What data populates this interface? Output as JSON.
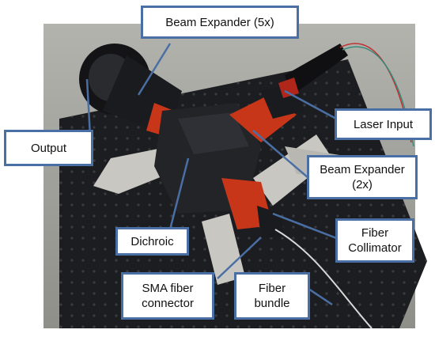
{
  "colors": {
    "callout_border": "#4a6fa5",
    "leader_line": "#4a6fa5",
    "table": "#1c1d20",
    "lens_orange": "#c8361a",
    "background_wall": "#9a9a96"
  },
  "labels": {
    "beam_expander_5x": "Beam Expander  (5x)",
    "output": "Output",
    "laser_input": "Laser Input",
    "beam_expander_2x_line1": "Beam Expander",
    "beam_expander_2x_line2": "(2x)",
    "dichroic": "Dichroic",
    "fiber_collimator_line1": "Fiber",
    "fiber_collimator_line2": "Collimator",
    "sma_line1": "SMA fiber",
    "sma_line2": "connector",
    "fiber_bundle_line1": "Fiber",
    "fiber_bundle_line2": "bundle"
  }
}
